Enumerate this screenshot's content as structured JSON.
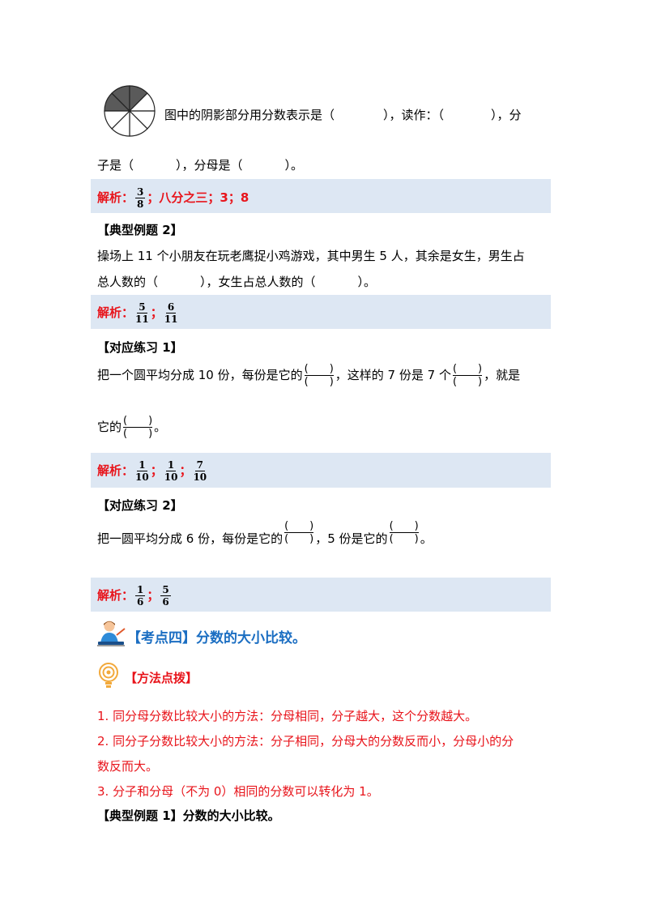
{
  "q1": {
    "line1_a": "图中的阴影部分用分数表示是（",
    "line1_b": "），读作：（",
    "line1_c": "），分",
    "line2_a": "子是（",
    "line2_b": "），分母是（",
    "line2_c": "）。",
    "answer_label": "解析：",
    "answer_frac": {
      "num": "3",
      "den": "8"
    },
    "answer_rest": "；八分之三；3；8",
    "shaded_parts": 3,
    "total_parts": 8
  },
  "example2": {
    "heading": "【典型例题 2】",
    "line1": "操场上 11 个小朋友在玩老鹰捉小鸡游戏，其中男生 5 人，其余是女生，男生占",
    "line2_a": "总人数的（",
    "line2_b": "），女生占总人数的（",
    "line2_c": "）。",
    "answer_label": "解析：",
    "frac1": {
      "num": "5",
      "den": "11"
    },
    "sep": "；",
    "frac2": {
      "num": "6",
      "den": "11"
    }
  },
  "practice1": {
    "heading": "【对应练习 1】",
    "line1_a": "把一个圆平均分成 10 份，每份是它的",
    "line1_b": "，这样的 7 份是 7 个",
    "line1_c": "，就是",
    "line2_a": "它的",
    "line2_b": "。",
    "blank_num": "(　　)",
    "blank_den": "(　　)",
    "answer_label": "解析：",
    "frac1": {
      "num": "1",
      "den": "10"
    },
    "frac2": {
      "num": "1",
      "den": "10"
    },
    "frac3": {
      "num": "7",
      "den": "10"
    },
    "sep": "；"
  },
  "practice2": {
    "heading": "【对应练习 2】",
    "line_a": "把一圆平均分成 6 份，每份是它的",
    "line_b": "，5 份是它的",
    "line_c": "。",
    "blank_num": "(　　)",
    "blank_den": "(　　)",
    "answer_label": "解析：",
    "frac1": {
      "num": "1",
      "den": "6"
    },
    "frac2": {
      "num": "5",
      "den": "6"
    },
    "sep": "；"
  },
  "section4": {
    "title": "【考点四】分数的大小比较。"
  },
  "method": {
    "title": "【方法点拨】",
    "items": [
      "1. 同分母分数比较大小的方法：分母相同，分子越大，这个分数越大。",
      "2. 同分子分数比较大小的方法：分子相同，分母大的分数反而小，分母小的分",
      "数反而大。",
      "3. 分子和分母（不为 0）相同的分数可以转化为 1。"
    ]
  },
  "example1": {
    "heading": "【典型例题 1】",
    "text": "分数的大小比较。"
  },
  "colors": {
    "answer_bg": "#dde7f3",
    "answer_text": "#e8141b",
    "section_blue": "#1b6ec2"
  }
}
